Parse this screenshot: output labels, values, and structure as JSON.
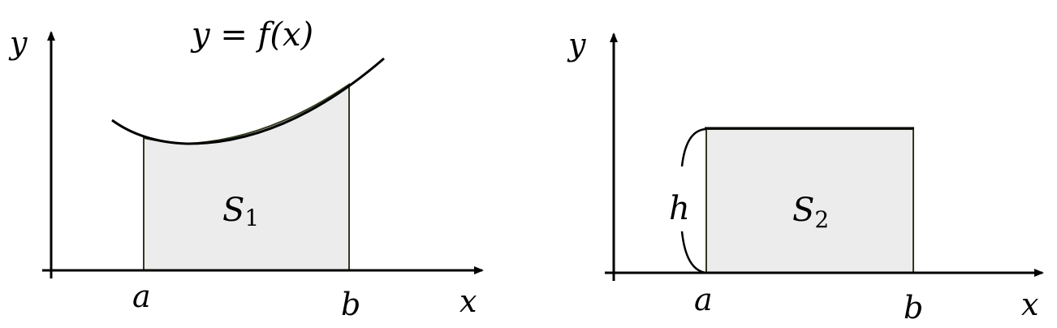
{
  "colors": {
    "fill": "#ececec",
    "stroke": "#000000",
    "edge": "#2f3a1f"
  },
  "left_diagram": {
    "y_axis_label": "y",
    "x_axis_label": "x",
    "curve_label": "y = f(x)",
    "region_label": "S",
    "region_subscript": "1",
    "a_label": "a",
    "b_label": "b"
  },
  "right_diagram": {
    "y_axis_label": "y",
    "x_axis_label": "x",
    "height_label": "h",
    "region_label": "S",
    "region_subscript": "2",
    "a_label": "a",
    "b_label": "b"
  }
}
